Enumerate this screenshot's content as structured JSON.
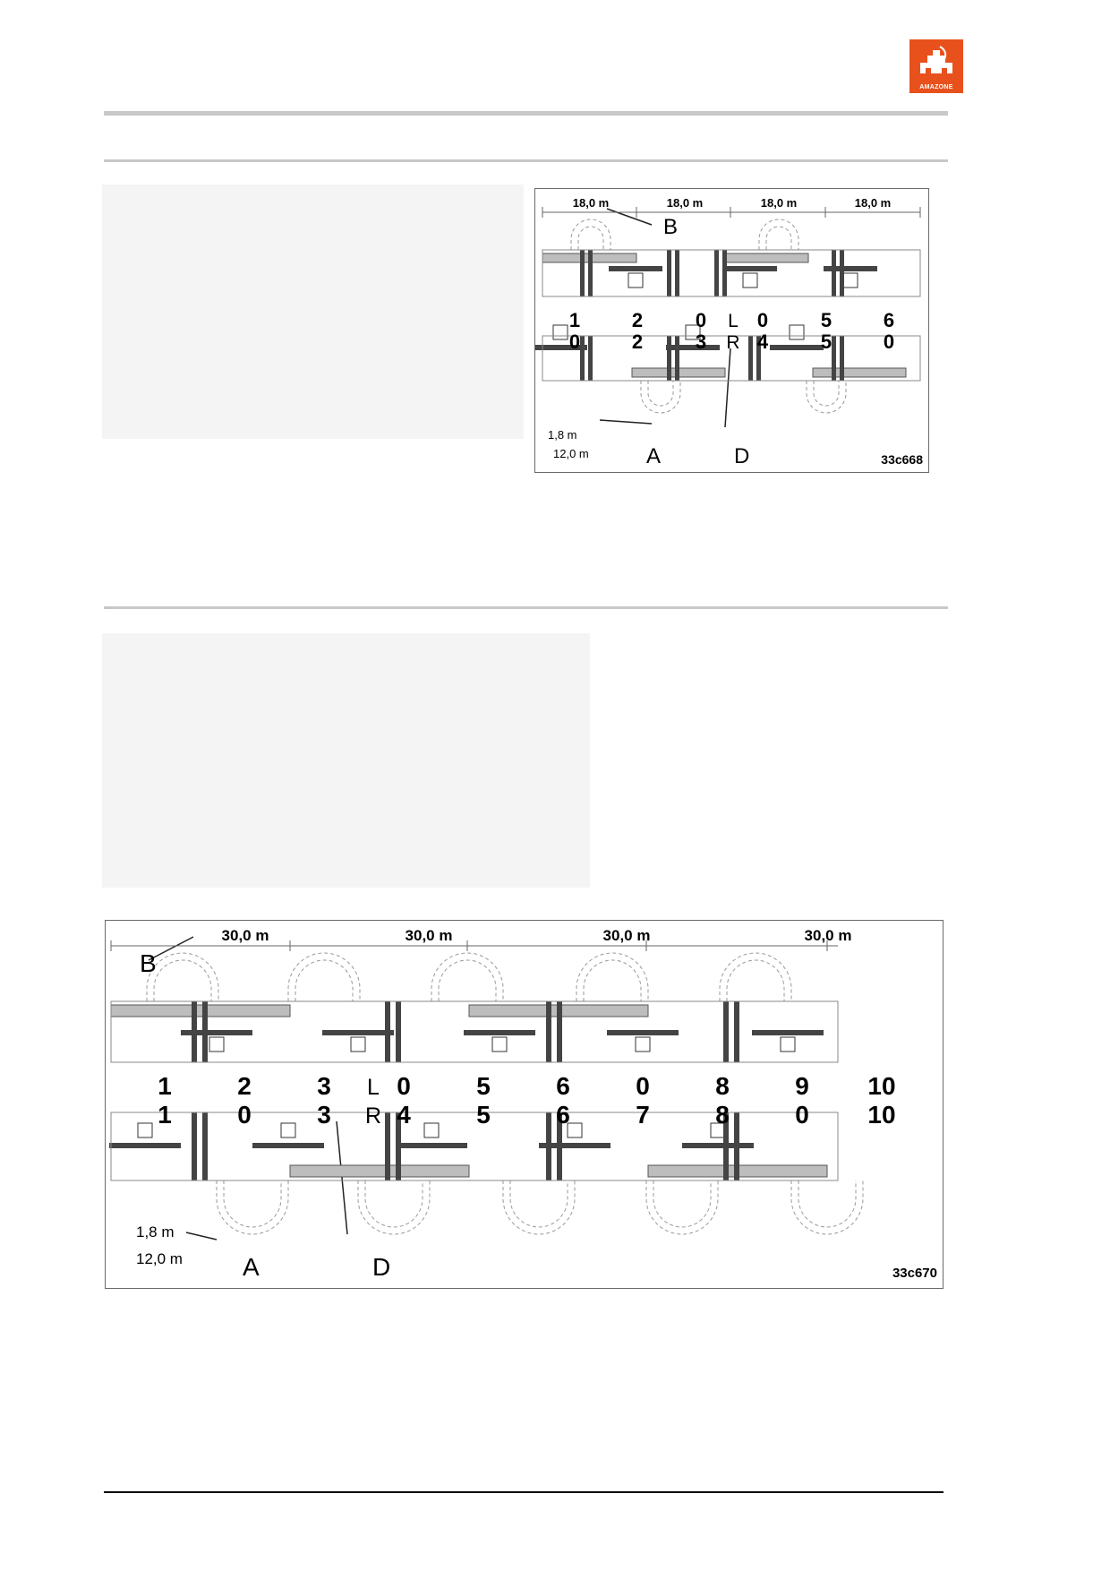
{
  "header": {
    "logo_text": "AMAZONE"
  },
  "colors": {
    "brand": "#e8511c",
    "rule": "#c8c8c8",
    "box": "#f4f4f4",
    "boom": "#bdbdbd",
    "track": "#444444"
  },
  "figures": [
    {
      "id": "33c668",
      "widths": [
        "18,0 m",
        "18,0 m",
        "18,0 m",
        "18,0 m"
      ],
      "row1": [
        "1",
        "2",
        "0",
        "L",
        "0",
        "5",
        "6"
      ],
      "row2": [
        "0",
        "2",
        "3",
        "R",
        "4",
        "5",
        "0"
      ],
      "dim_small": "1,8 m",
      "dim_large": "12,0 m",
      "label_a": "A",
      "label_b": "B",
      "label_d": "D"
    },
    {
      "id": "33c670",
      "widths": [
        "30,0 m",
        "30,0 m",
        "30,0 m",
        "30,0 m"
      ],
      "row1": [
        "1",
        "2",
        "3",
        "L",
        "0",
        "5",
        "6",
        "0",
        "8",
        "9",
        "10"
      ],
      "row2": [
        "1",
        "0",
        "3",
        "R",
        "4",
        "5",
        "6",
        "7",
        "8",
        "0",
        "10"
      ],
      "dim_small": "1,8 m",
      "dim_large": "12,0 m",
      "label_a": "A",
      "label_b": "B",
      "label_d": "D"
    }
  ]
}
